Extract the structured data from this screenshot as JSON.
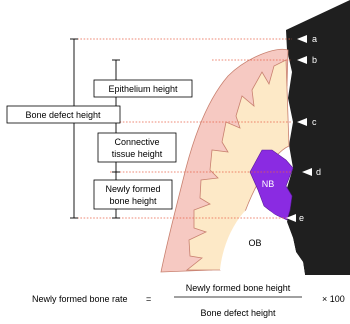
{
  "labels": {
    "epithelium_height": "Epithelium height",
    "bone_defect_height": "Bone defect height",
    "connective_tissue_height_line1": "Connective",
    "connective_tissue_height_line2": "tissue height",
    "newly_formed_bone_height_line1": "Newly formed",
    "newly_formed_bone_height_line2": "bone height",
    "nb": "NB",
    "ob": "OB"
  },
  "markers": [
    "a",
    "b",
    "c",
    "d",
    "e"
  ],
  "formula": {
    "left": "Newly formed bone rate",
    "equals": "=",
    "numerator": "Newly formed bone height",
    "denominator": "Bone defect height",
    "multiplier": "× 100"
  },
  "colors": {
    "tooth": "#1f1f1f",
    "epithelium": "#f6c9c2",
    "epithelium_outline": "#c8806f",
    "connective_tissue": "#fde9c7",
    "newly_formed_bone": "#8a2be2",
    "reference_line": "#e8624a"
  }
}
